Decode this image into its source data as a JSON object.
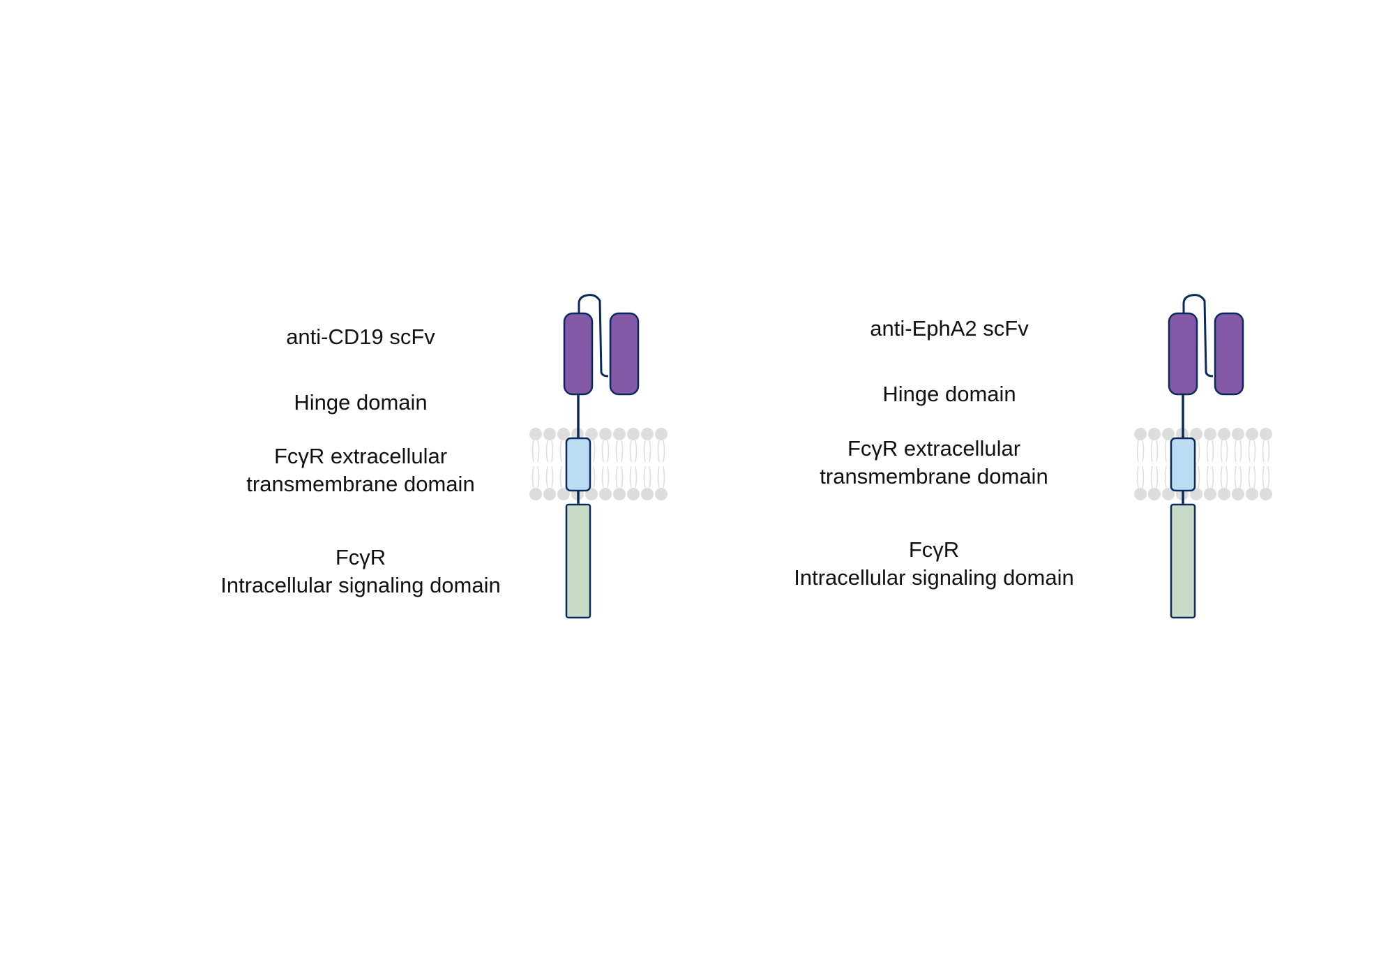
{
  "colors": {
    "scfv_fill": "#8459a8",
    "outline": "#0b2a5b",
    "transmembrane_fill": "#bcdcf3",
    "intracellular_fill": "#c8dbc7",
    "membrane_lipid": "#dddddd",
    "text": "#111111"
  },
  "constructs": [
    {
      "scfv_label": "anti-CD19 scFv",
      "hinge_label": "Hinge domain",
      "transmembrane_label": {
        "line1": "FcγR extracellular",
        "line2": "transmembrane domain"
      },
      "intracellular_label": {
        "line1": "FcγR",
        "line2": "Intracellular signaling domain"
      }
    },
    {
      "scfv_label": "anti-EphA2 scFv",
      "hinge_label": "Hinge domain",
      "transmembrane_label": {
        "line1": "FcγR extracellular",
        "line2": "transmembrane domain"
      },
      "intracellular_label": {
        "line1": "FcγR",
        "line2": "Intracellular signaling domain"
      }
    }
  ]
}
